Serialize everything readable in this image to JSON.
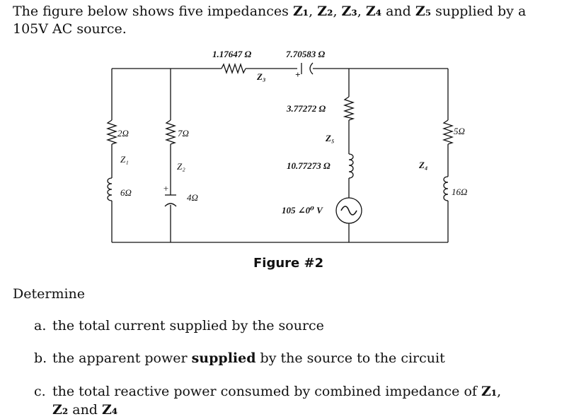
{
  "problem": {
    "intro_part1": "The figure below shows five impedances ",
    "impedances": [
      "Z₁",
      "Z₂",
      "Z₃",
      "Z₄"
    ],
    "and_word": "and",
    "last_impedance": "Z₅",
    "intro_part2": " supplied by a",
    "intro_line2": "105V AC source."
  },
  "circuit": {
    "z1_top": "2Ω",
    "z1_name": "Z₁",
    "z1_bottom": "6Ω",
    "z2_top": "7Ω",
    "z2_name": "Z₂",
    "z2_bottom": "4Ω",
    "z3_res": "1.17647 Ω",
    "z3_cap": "7.70583 Ω",
    "z3_name": "Z₃",
    "z5_res": "3.77272 Ω",
    "z5_name": "Z₅",
    "z5_ind": "10.77273 Ω",
    "source": "105 ∠0⁰ V",
    "z4_name": "Z₄",
    "z4_top": "5Ω",
    "z4_bottom": "16Ω",
    "plus_sign": "+",
    "figure_caption": "Figure #2"
  },
  "questions": {
    "determine": "Determine",
    "a_letter": "a.",
    "a_text": "the total current supplied by the source",
    "b_letter": "b.",
    "b_pre": "the apparent power ",
    "b_bold": "supplied",
    "b_post": " by the source to the circuit",
    "c_letter": "c.",
    "c_pre": "the total reactive power consumed by combined impedance of ",
    "c_z1": "Z₁",
    "c_comma": ",",
    "c_z2": "Z₂",
    "c_and": " and ",
    "c_z4": "Z₄"
  }
}
